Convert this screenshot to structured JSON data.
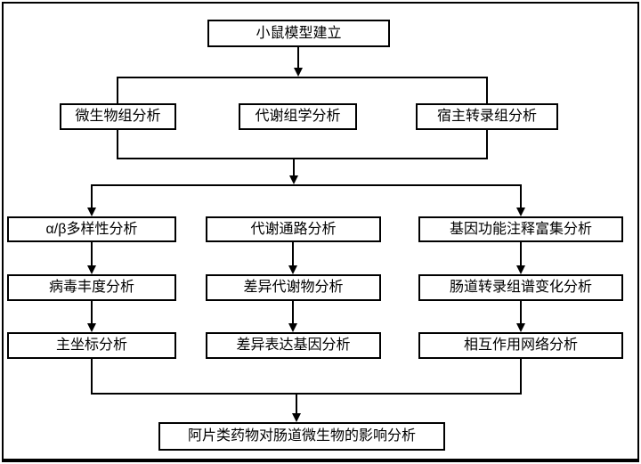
{
  "diagram": {
    "type": "flowchart",
    "colors": {
      "background": "#ffffff",
      "line": "#000000",
      "box_border": "#000000",
      "box_fill": "#ffffff",
      "text": "#000000"
    },
    "nodes": {
      "top": {
        "label": "小鼠模型建立"
      },
      "om1": {
        "label": "微生物组分析"
      },
      "om2": {
        "label": "代谢组学分析"
      },
      "om3": {
        "label": "宿主转录组分析"
      },
      "r1c1": {
        "label": "α/β多样性分析"
      },
      "r1c2": {
        "label": "代谢通路分析"
      },
      "r1c3": {
        "label": "基因功能注释富集分析"
      },
      "r2c1": {
        "label": "病毒丰度分析"
      },
      "r2c2": {
        "label": "差异代谢物分析"
      },
      "r2c3": {
        "label": "肠道转录组谱变化分析"
      },
      "r3c1": {
        "label": "主坐标分析"
      },
      "r3c2": {
        "label": "差异表达基因分析"
      },
      "r3c3": {
        "label": "相互作用网络分析"
      },
      "bottom": {
        "label": "阿片类药物对肠道微生物的影响分析"
      }
    },
    "edges": [
      "top -> {om1, om2, om3}",
      "{om1, om2, om3} -> {r1c1, r1c2, r1c3}",
      "r1c1 -> r2c1 -> r3c1",
      "r1c2 -> r2c2 -> r3c2",
      "r1c3 -> r2c3 -> r3c3",
      "{r3c1, r3c2, r3c3} -> bottom"
    ]
  }
}
